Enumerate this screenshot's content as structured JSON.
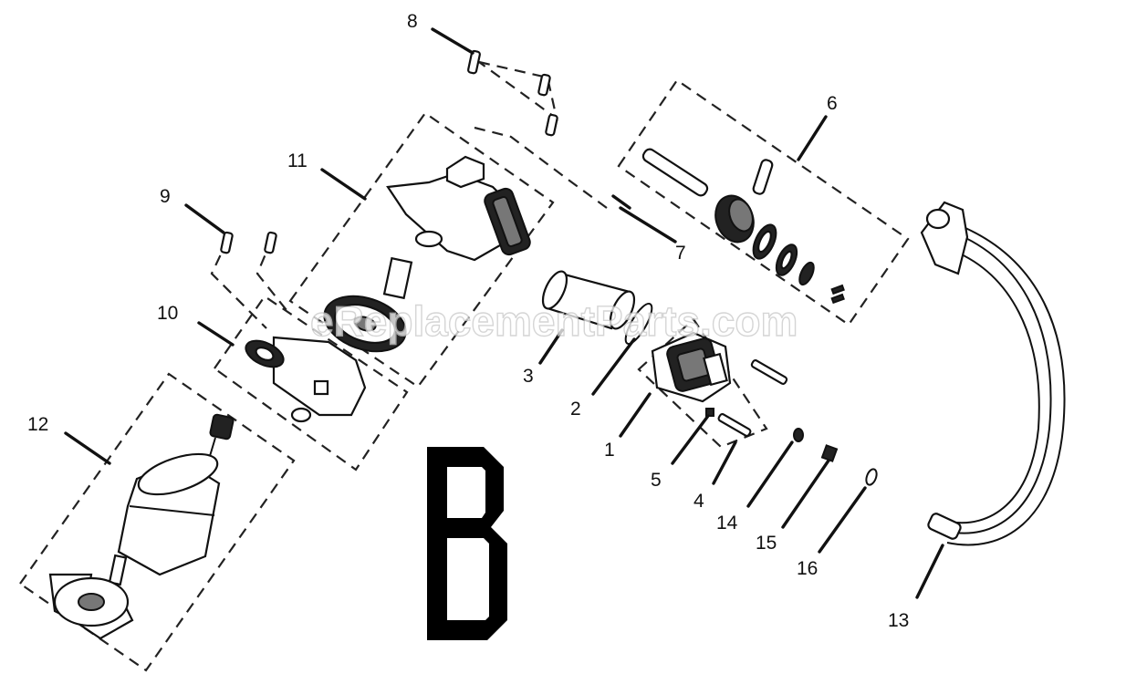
{
  "watermark": "eReplacementParts.com",
  "section_letter": "B",
  "callouts": {
    "c1": "1",
    "c2": "2",
    "c3": "3",
    "c4": "4",
    "c5": "5",
    "c6": "6",
    "c7": "7",
    "c8": "8",
    "c9": "9",
    "c10": "10",
    "c11": "11",
    "c12": "12",
    "c13": "13",
    "c14": "14",
    "c15": "15",
    "c16": "16"
  }
}
